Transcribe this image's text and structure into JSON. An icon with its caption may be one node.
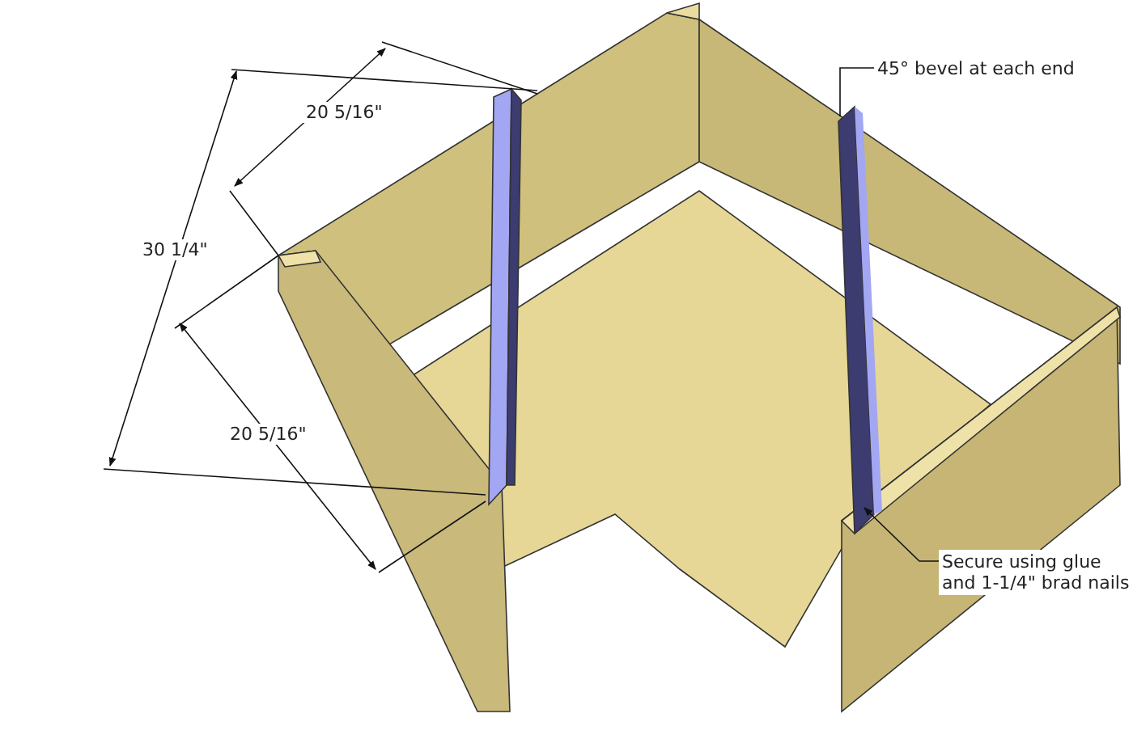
{
  "diagram": {
    "nodes": [
      {
        "text": [
          "45° bevel at each end"
        ]
      },
      {
        "text": [],
        "shape": "bar"
      },
      {
        "text": [
          "Secure using glue and 1-1/4\" brad nails"
        ]
      }
    ],
    "edges": [
      {
        "from": 0,
        "to": 1,
        "arrow": "none"
      },
      {
        "from": 2,
        "to": 1,
        "arrow": "to"
      }
    ],
    "labels": [
      "20 5/16\"",
      "30 1/4\"",
      "20 5/16\""
    ]
  }
}
